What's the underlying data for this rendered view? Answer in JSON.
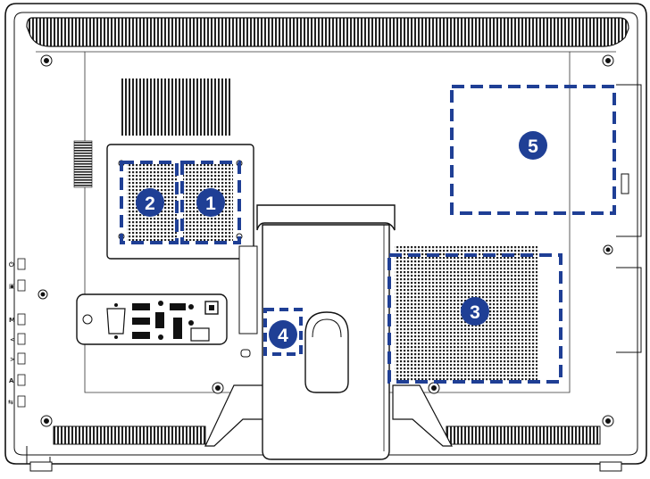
{
  "diagram": {
    "subject": "all-in-one PC rear view",
    "accent_color": "#1f3f95",
    "callouts": [
      {
        "id": "1",
        "label": "1"
      },
      {
        "id": "2",
        "label": "2"
      },
      {
        "id": "3",
        "label": "3"
      },
      {
        "id": "4",
        "label": "4"
      },
      {
        "id": "5",
        "label": "5"
      }
    ],
    "side_buttons": [
      {
        "symbol": "⏻",
        "icon": "power-icon"
      },
      {
        "symbol": "▣",
        "icon": "display-mode-icon"
      },
      {
        "symbol": "M",
        "icon": "menu-icon"
      },
      {
        "symbol": "<",
        "icon": "left-icon"
      },
      {
        "symbol": ">",
        "icon": "right-icon"
      },
      {
        "symbol": "A",
        "icon": "auto-icon"
      },
      {
        "symbol": "⇆",
        "icon": "input-switch-icon"
      }
    ]
  }
}
